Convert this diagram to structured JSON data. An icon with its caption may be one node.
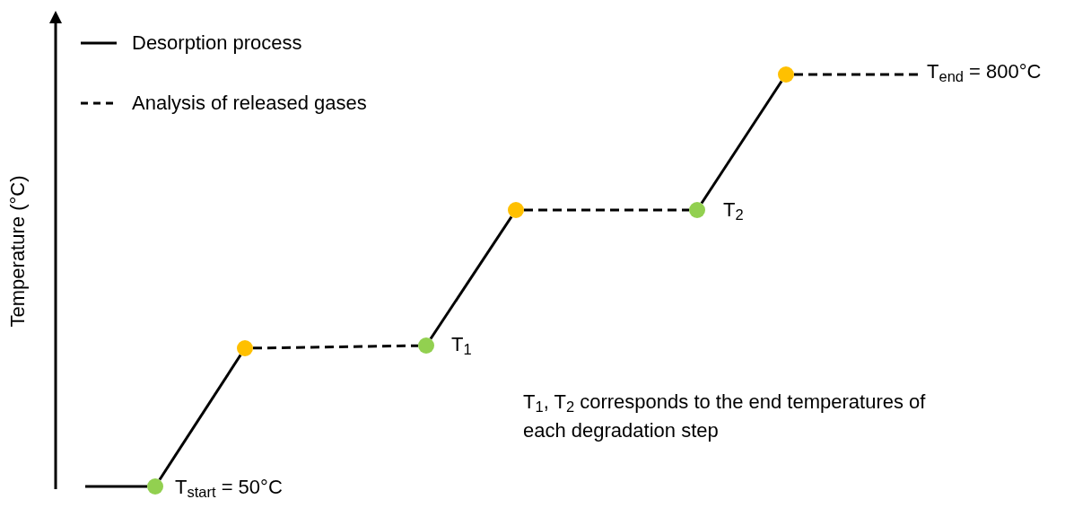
{
  "diagram": {
    "nodes": [
      {
        "text": [],
        "shape": "circle",
        "beside": [
          "T$_{start}$ = 50°C"
        ]
      },
      {
        "text": [],
        "shape": "circle"
      },
      {
        "text": [],
        "shape": "circle",
        "beside": [
          "T$_{1}$"
        ]
      },
      {
        "text": [],
        "shape": "circle"
      },
      {
        "text": [],
        "shape": "circle",
        "beside": [
          "T$_{2}$"
        ]
      },
      {
        "text": [],
        "shape": "circle"
      },
      {
        "text": [
          "T$_{end}$ = 800°C"
        ]
      }
    ],
    "edges": [
      {
        "from": null,
        "to": 0,
        "arrow": "none"
      },
      {
        "from": 0,
        "to": 1,
        "arrow": "none"
      },
      {
        "from": 1,
        "to": 2,
        "arrow": "none",
        "style": "dashed"
      },
      {
        "from": 2,
        "to": 3,
        "arrow": "none"
      },
      {
        "from": 3,
        "to": 4,
        "arrow": "none",
        "style": "dashed"
      },
      {
        "from": 4,
        "to": 5,
        "arrow": "none"
      },
      {
        "from": 5,
        "to": 6,
        "arrow": "none",
        "style": "dashed"
      }
    ],
    "labels": [
      "Temperature (°C)",
      "T$_{1}$, T$_{2}$ corresponds to the end temperatures of each degradation step"
    ],
    "legend": [
      {
        "text": "Desorption process"
      },
      {
        "text": "Analysis of released gases"
      }
    ]
  }
}
